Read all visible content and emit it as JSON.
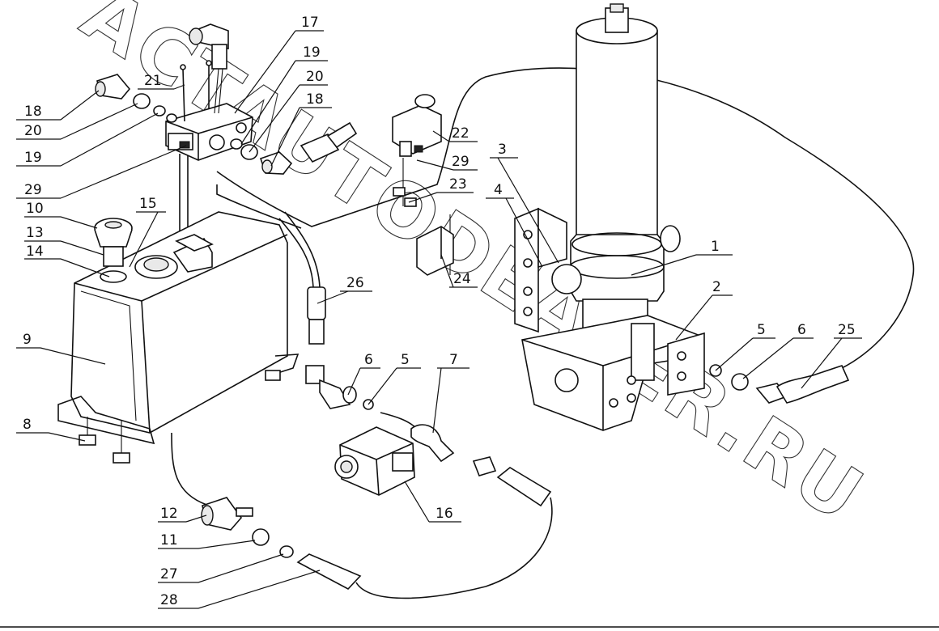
{
  "watermark": "ACTAUTODEALER.RU",
  "callouts": [
    {
      "id": "c1",
      "text": "1"
    },
    {
      "id": "c2",
      "text": "2"
    },
    {
      "id": "c3",
      "text": "3"
    },
    {
      "id": "c4",
      "text": "4"
    },
    {
      "id": "c5a",
      "text": "5"
    },
    {
      "id": "c5b",
      "text": "5"
    },
    {
      "id": "c6a",
      "text": "6"
    },
    {
      "id": "c6b",
      "text": "6"
    },
    {
      "id": "c7",
      "text": "7"
    },
    {
      "id": "c8",
      "text": "8"
    },
    {
      "id": "c9",
      "text": "9"
    },
    {
      "id": "c10",
      "text": "10"
    },
    {
      "id": "c11",
      "text": "11"
    },
    {
      "id": "c12",
      "text": "12"
    },
    {
      "id": "c13",
      "text": "13"
    },
    {
      "id": "c14",
      "text": "14"
    },
    {
      "id": "c15",
      "text": "15"
    },
    {
      "id": "c16",
      "text": "16"
    },
    {
      "id": "c17",
      "text": "17"
    },
    {
      "id": "c18a",
      "text": "18"
    },
    {
      "id": "c18b",
      "text": "18"
    },
    {
      "id": "c19a",
      "text": "19"
    },
    {
      "id": "c19b",
      "text": "19"
    },
    {
      "id": "c20a",
      "text": "20"
    },
    {
      "id": "c20b",
      "text": "20"
    },
    {
      "id": "c21",
      "text": "21"
    },
    {
      "id": "c22",
      "text": "22"
    },
    {
      "id": "c23",
      "text": "23"
    },
    {
      "id": "c24",
      "text": "24"
    },
    {
      "id": "c25",
      "text": "25"
    },
    {
      "id": "c26",
      "text": "26"
    },
    {
      "id": "c27",
      "text": "27"
    },
    {
      "id": "c28",
      "text": "28"
    },
    {
      "id": "c29a",
      "text": "29"
    },
    {
      "id": "c29b",
      "text": "29"
    }
  ]
}
